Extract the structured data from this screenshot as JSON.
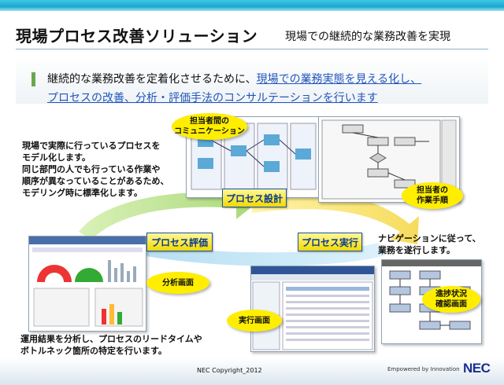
{
  "header": {
    "title": "現場プロセス改善ソリューション",
    "subtitle": "現場での継続的な業務改善を実現"
  },
  "lead": {
    "line1_plain": "継続的な業務改善を定着化させるために、",
    "line1_link": "現場での業務実態を見える化し、",
    "line2_link": "プロセスの改善、分析・評価手法のコンサルテーションを行います"
  },
  "notes": {
    "left": [
      "現場で実際に行っているプロセスを",
      "モデル化します。",
      "同じ部門の人でも行っている作業や",
      "順序が異なっていることがあるため、",
      "モデリング時に標準化します。"
    ],
    "right": [
      "ナビゲーションに従って、",
      "業務を遂行します。"
    ],
    "bottom": [
      "運用結果を分析し、プロセスのリードタイムや",
      "ボトルネック箇所の特定を行います。"
    ]
  },
  "bubbles": {
    "comm": [
      "担当者間の",
      "コミュニケーション"
    ],
    "worker": [
      "担当者の",
      "作業手順"
    ],
    "analysis": "分析画面",
    "exec": "実行画面",
    "progress": [
      "進捗状況",
      "確認画面"
    ]
  },
  "phases": {
    "design": "プロセス設計",
    "eval": "プロセス評価",
    "exec": "プロセス実行"
  },
  "footer": {
    "copyright": "NEC Copyright_2012",
    "tagline": "Empowered by Innovation",
    "logo": "NEC"
  },
  "colors": {
    "accent_blue": "#2255bb",
    "bubble_yellow": "#ffee00",
    "phase_text": "#0a3c8c",
    "top_band": "#1aa6cf"
  }
}
